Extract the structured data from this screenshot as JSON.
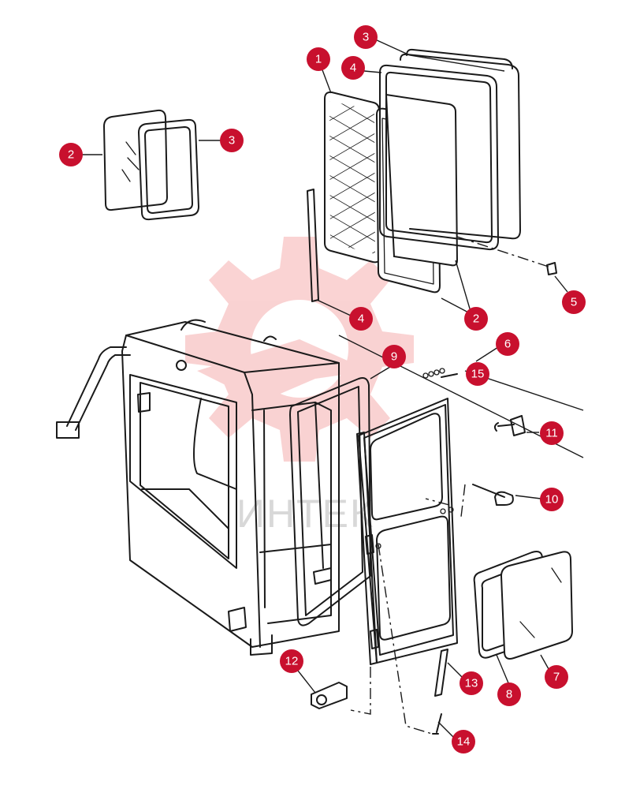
{
  "watermark": {
    "text": "ИНТЕК",
    "color": "#f4a0a0"
  },
  "accent_color": "#c8102e",
  "callouts": [
    {
      "label": "1"
    },
    {
      "label": "2"
    },
    {
      "label": "3"
    },
    {
      "label": "2"
    },
    {
      "label": "3"
    },
    {
      "label": "4"
    },
    {
      "label": "4"
    },
    {
      "label": "2"
    },
    {
      "label": "5"
    },
    {
      "label": "6"
    },
    {
      "label": "9"
    },
    {
      "label": "15"
    },
    {
      "label": "11"
    },
    {
      "label": "10"
    },
    {
      "label": "12"
    },
    {
      "label": "13"
    },
    {
      "label": "8"
    },
    {
      "label": "7"
    },
    {
      "label": "14"
    }
  ]
}
